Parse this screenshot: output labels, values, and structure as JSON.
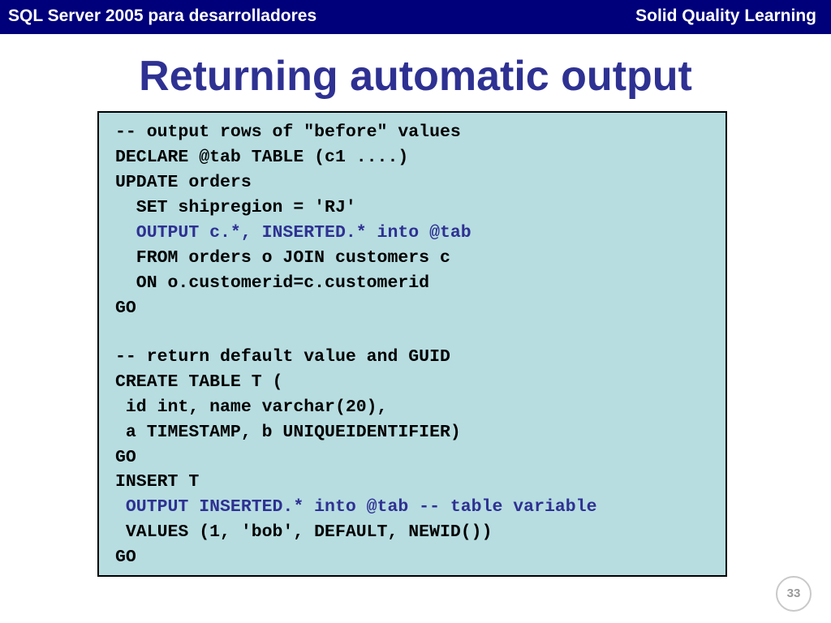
{
  "header": {
    "left_text": "SQL Server 2005 para desarrolladores",
    "right_text": "Solid Quality Learning"
  },
  "title": "Returning automatic output",
  "code": {
    "lines": [
      "-- output rows of \"before\" values",
      "DECLARE @tab TABLE (c1 ....)",
      "UPDATE orders",
      "  SET shipregion = 'RJ'",
      "  OUTPUT c.*, INSERTED.* into @tab",
      "  FROM orders o JOIN customers c",
      "  ON o.customerid=c.customerid",
      "GO",
      "-- return default value and GUID",
      "CREATE TABLE T (",
      " id int, name varchar(20),",
      " a TIMESTAMP, b UNIQUEIDENTIFIER)",
      "GO",
      "INSERT T",
      " OUTPUT INSERTED.* into @tab -- table variable",
      " VALUES (1, 'bob', DEFAULT, NEWID())",
      "GO"
    ]
  },
  "page_number": "33",
  "colors": {
    "header_background": "#00007a",
    "title_color": "#2e3192",
    "code_background": "#b7dde1",
    "highlight_color": "#2e3192"
  }
}
